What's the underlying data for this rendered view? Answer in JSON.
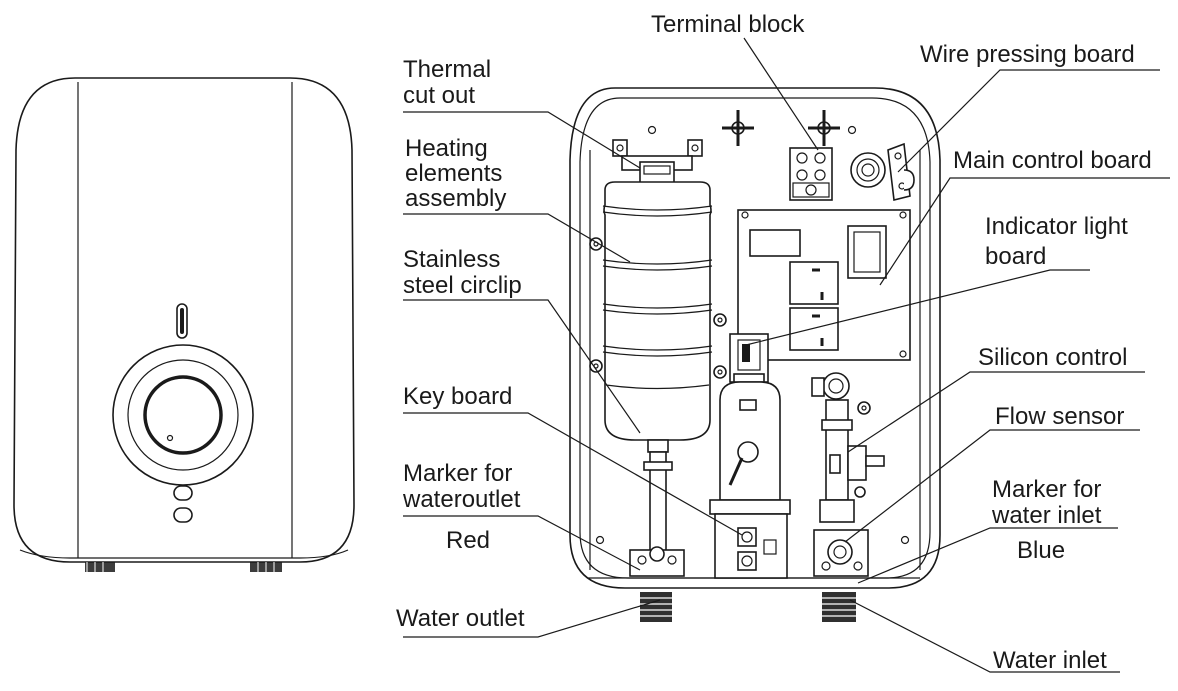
{
  "labels": {
    "terminal_block": "Terminal block",
    "wire_pressing_board": "Wire pressing board",
    "thermal_cut_out_1": "Thermal",
    "thermal_cut_out_2": "cut out",
    "heating_1": "Heating",
    "heating_2": "elements",
    "heating_3": "assembly",
    "main_control_board": "Main control board",
    "indicator_1": "Indicator light",
    "indicator_2": "board",
    "circlip_1": "Stainless",
    "circlip_2": "steel circlip",
    "silicon_control": "Silicon control",
    "key_board": "Key board",
    "flow_sensor": "Flow sensor",
    "marker_outlet_1": "Marker for",
    "marker_outlet_2": "wateroutlet",
    "marker_inlet_1": "Marker for",
    "marker_inlet_2": "water inlet",
    "red": "Red",
    "blue": "Blue",
    "water_outlet": "Water outlet",
    "water_inlet": "Water inlet"
  }
}
